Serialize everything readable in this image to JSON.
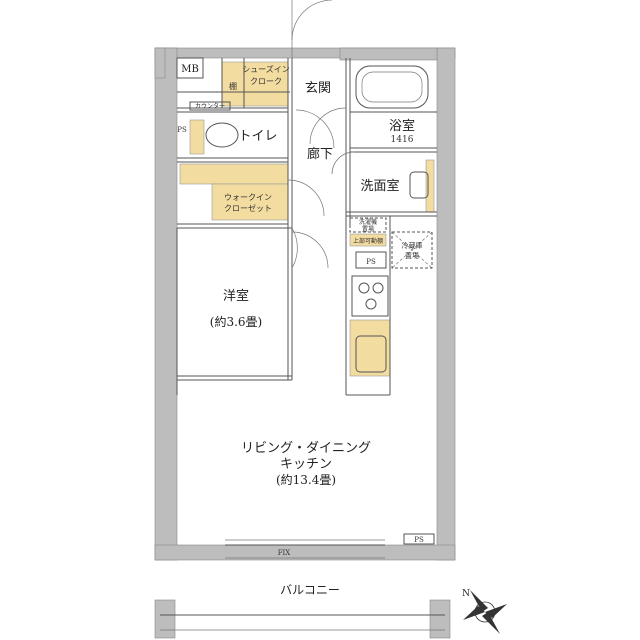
{
  "plan": {
    "rooms": {
      "mb": "MB",
      "shoe_closet_1": "シューズイン",
      "shoe_closet_2": "クローク",
      "shelf": "棚",
      "entrance": "玄関",
      "bath": "浴室",
      "bath_size": "1416",
      "counter": "カウンター",
      "ps_left": "PS",
      "toilet": "トイレ",
      "hallway": "廊下",
      "washroom": "洗面室",
      "walkin_1": "ウォークイン",
      "walkin_2": "クローゼット",
      "washer_1": "洗濯機",
      "washer_2": "置場",
      "upper_shelf": "上部可動棚",
      "fridge_1": "冷蔵庫",
      "fridge_2": "置場",
      "ps_kitchen": "PS",
      "western_room": "洋室",
      "western_size": "(約3.6畳)",
      "ldk_1": "リビング・ダイニング",
      "ldk_2": "キッチン",
      "ldk_size": "(約13.4畳)",
      "fix": "FIX",
      "ps_bottom": "PS",
      "balcony": "バルコニー",
      "north": "N"
    },
    "colors": {
      "storage": "#f3dca0",
      "wall": "#bdbdbd"
    }
  }
}
